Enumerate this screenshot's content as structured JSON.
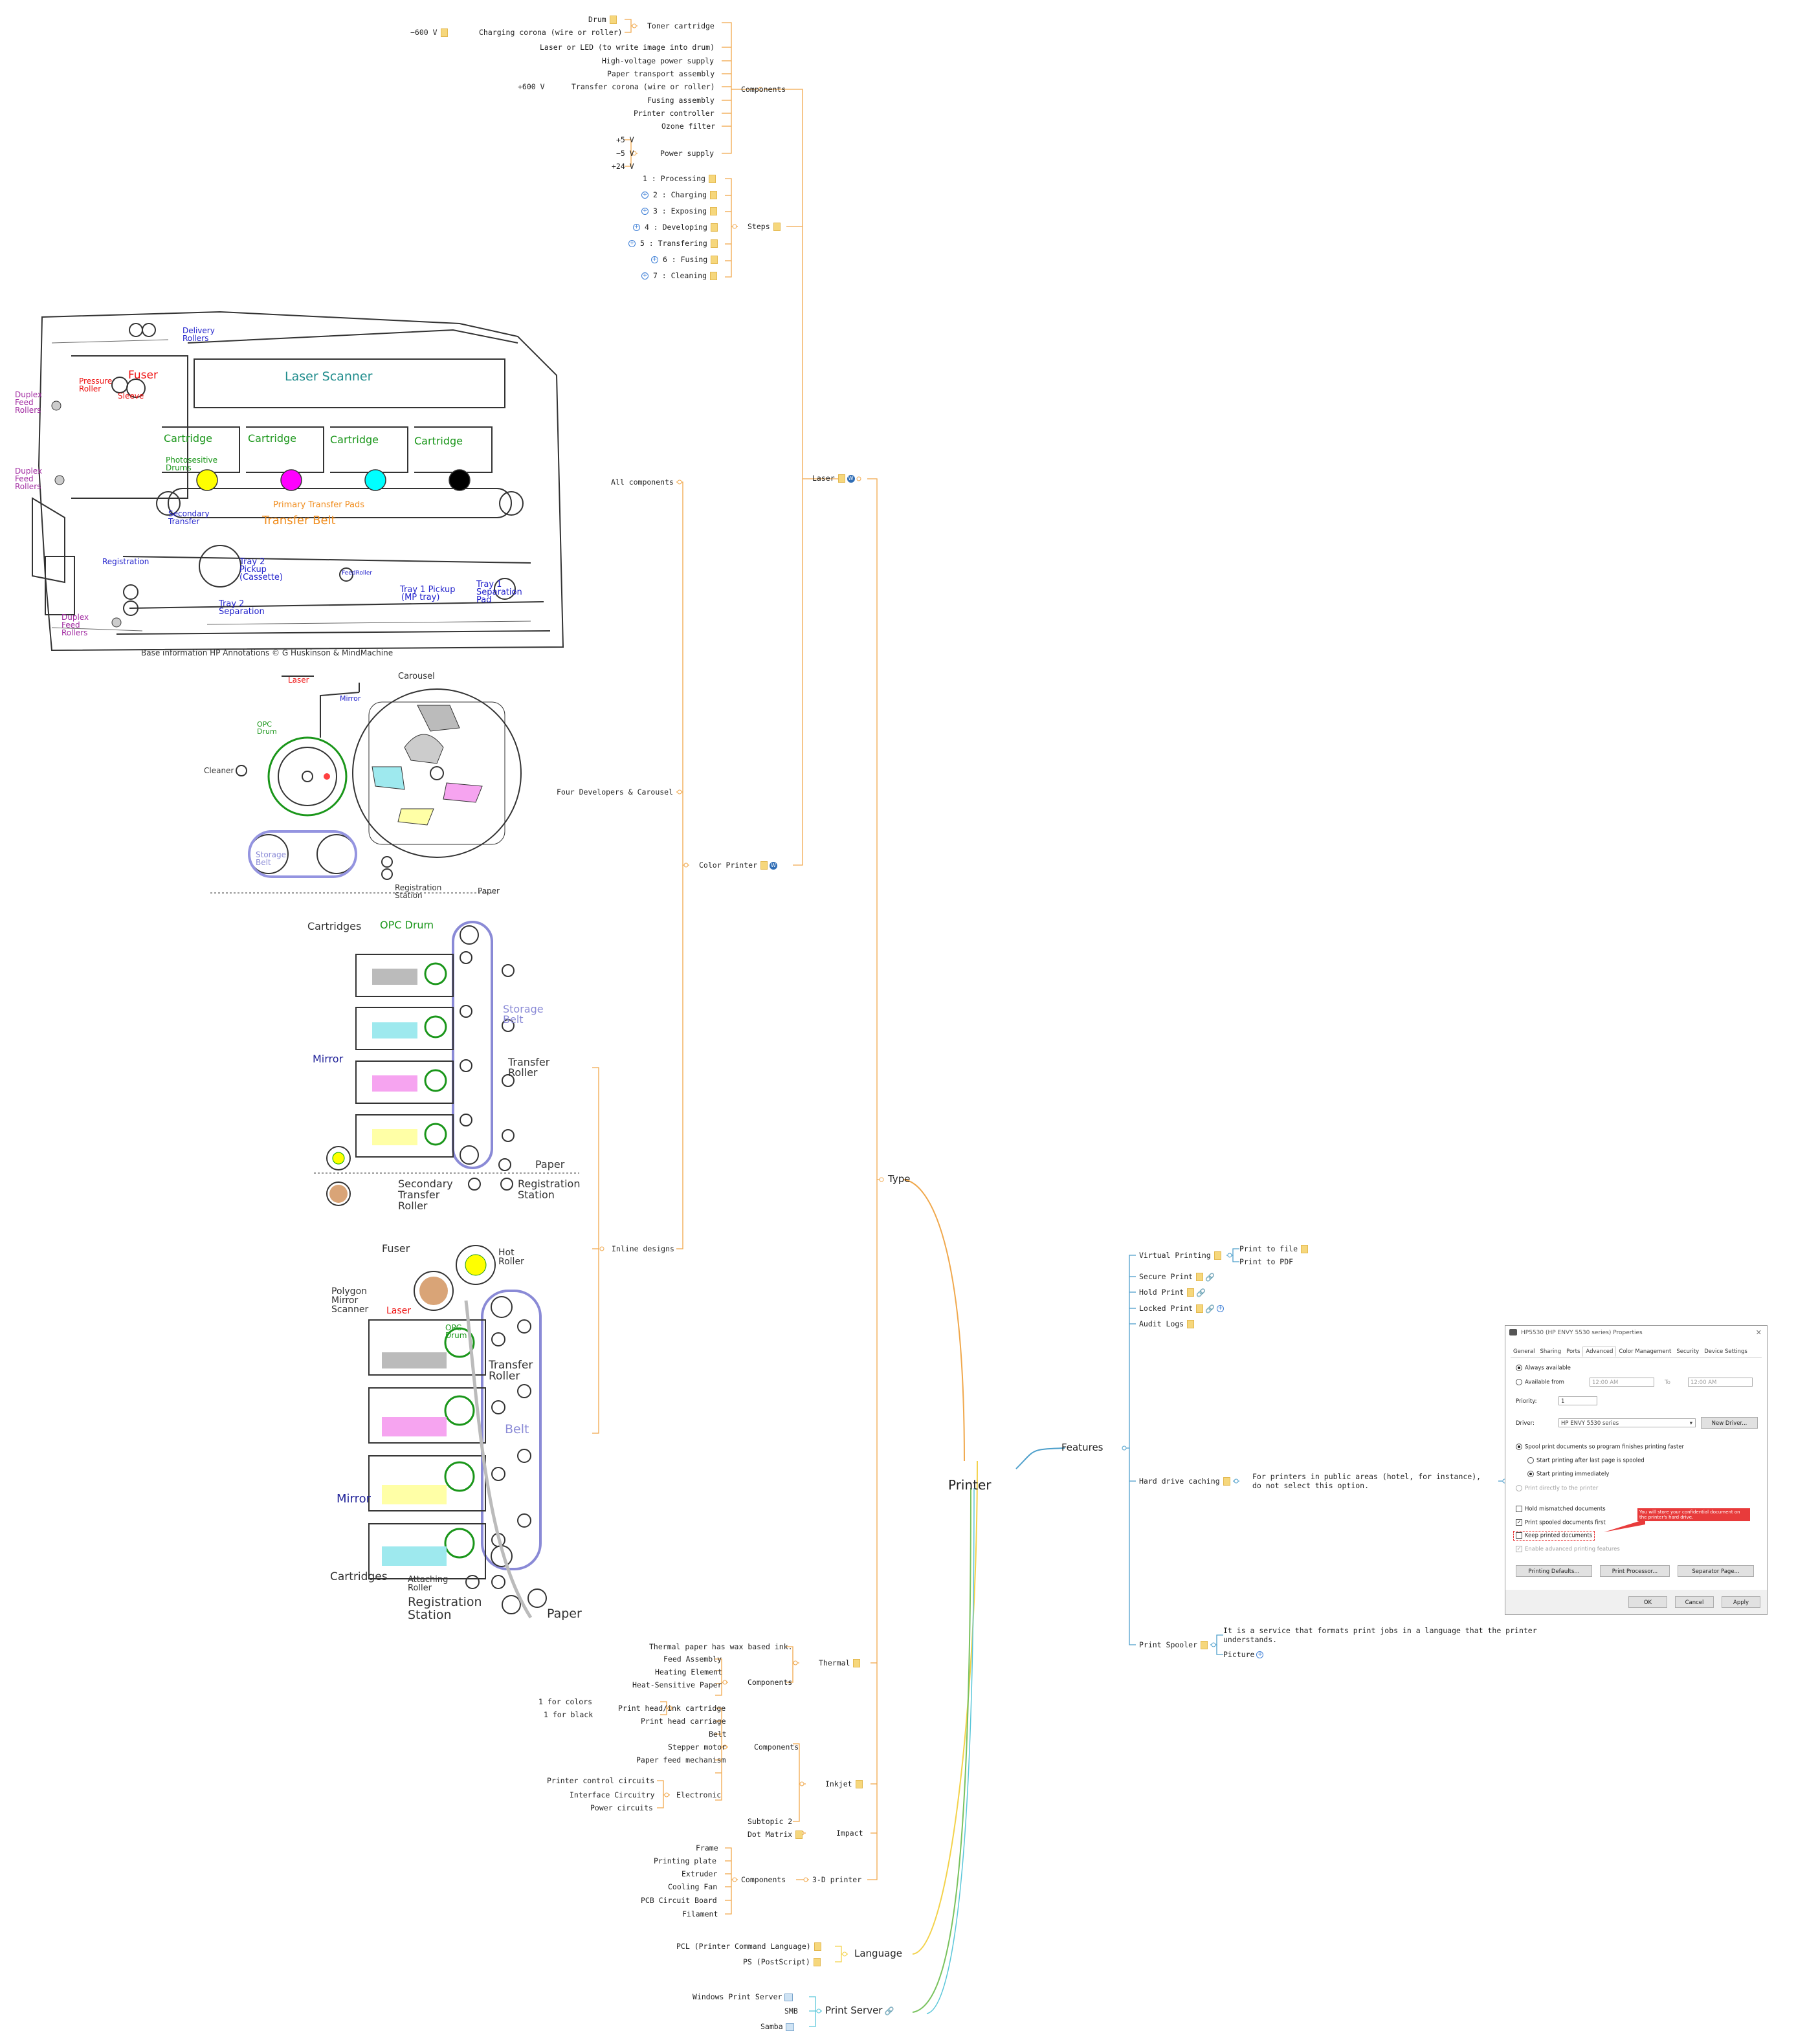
{
  "root": "Printer",
  "branches": {
    "type": "Type",
    "features": "Features",
    "language": "Language",
    "print_server": "Print Server"
  },
  "laser": {
    "label": "Laser",
    "components_label": "Components",
    "toner_cartridge": "Toner cartridge",
    "drum": "Drum",
    "charging_corona": "Charging corona (wire or roller)",
    "charging_voltage": "−600 V",
    "laser_led": "Laser or LED (to write image into drum)",
    "hv_power": "High-voltage power supply",
    "paper_transport": "Paper transport assembly",
    "transfer_corona": "Transfer corona (wire or roller)",
    "transfer_voltage": "+600 V",
    "fusing_assembly": "Fusing assembly",
    "printer_controller": "Printer controller",
    "ozone_filter": "Ozone filter",
    "power_supply": "Power supply",
    "voltages": [
      "+5 V",
      "−5 V",
      "+24 V"
    ],
    "steps_label": "Steps",
    "steps": [
      "1 : Processing",
      "2 : Charging",
      "3 : Exposing",
      "4 : Developing",
      "5 : Transfering",
      "6 : Fusing",
      "7 : Cleaning"
    ],
    "color_printer": "Color Printer",
    "all_components": "All components",
    "four_developers": "Four Developers & Carousel",
    "inline_designs": "Inline designs"
  },
  "laser_diagram": {
    "laser_scanner": "Laser Scanner",
    "fuser": "Fuser",
    "delivery_rollers": [
      "Delivery",
      "Rollers"
    ],
    "pressure_roller": [
      "Pressure",
      "Roller"
    ],
    "sleeve": "Sleeve",
    "cartridge": "Cartridge",
    "photosensitive": [
      "Photosesitive",
      "Drums"
    ],
    "primary_transfer": "Primary Transfer Pads",
    "transfer_belt": "Transfer Belt",
    "secondary_transfer": [
      "Secondary",
      "Transfer"
    ],
    "registration": "Registration",
    "tray2_pickup": [
      "Tray 2",
      "Pickup",
      "(Cassette)"
    ],
    "feed_roller": "FeedRoller",
    "tray1_pickup": [
      "Tray 1 Pickup",
      "(MP tray)"
    ],
    "tray1_sep": [
      "Tray 1",
      "Separation",
      "Pad"
    ],
    "tray2_sep": [
      "Tray 2",
      "Separation"
    ],
    "duplex": [
      "Duplex",
      "Feed",
      "Rollers"
    ],
    "credit": "Base information HP  Annotations © G Huskinson & MindMachine"
  },
  "carousel_diagram": {
    "laser": "Laser",
    "mirror": "Mirror",
    "carousel": "Carousel",
    "opc_drum": [
      "OPC",
      "Drum"
    ],
    "cleaner": "Cleaner",
    "storage_belt": [
      "Storage",
      "Belt"
    ],
    "registration_station": [
      "Registration",
      "Station"
    ],
    "paper": "Paper"
  },
  "inline1_diagram": {
    "cartridges": "Cartridges",
    "opc_drum": "OPC Drum",
    "storage_belt": [
      "Storage",
      "Belt"
    ],
    "mirror": "Mirror",
    "transfer_roller": [
      "Transfer",
      "Roller"
    ],
    "paper": "Paper",
    "secondary_transfer_roller": [
      "Secondary",
      "Transfer",
      "Roller"
    ],
    "registration_station": [
      "Registration",
      "Station"
    ]
  },
  "inline2_diagram": {
    "fuser": "Fuser",
    "hot_roller": [
      "Hot",
      "Roller"
    ],
    "polygon_mirror": [
      "Polygon",
      "Mirror",
      "Scanner"
    ],
    "laser": "Laser",
    "opc_drum": [
      "OPC",
      "Drum"
    ],
    "transfer_roller": [
      "Transfer",
      "Roller"
    ],
    "belt": "Belt",
    "mirror": "Mirror",
    "cartridges": "Cartridges",
    "attaching_roller": [
      "Attaching",
      "Roller"
    ],
    "registration_station": [
      "Registration",
      "Station"
    ],
    "paper": "Paper"
  },
  "thermal": {
    "label": "Thermal",
    "components_label": "Components",
    "note": "Thermal paper has wax based ink.",
    "items": [
      "Feed Assembly",
      "Heating Element",
      "Heat-Sensitive Paper"
    ]
  },
  "inkjet": {
    "label": "Inkjet",
    "components_label": "Components",
    "cartridge": "Print head/ink cartridge",
    "cartridge_sub": [
      "1 for colors",
      "1 for black"
    ],
    "items": [
      "Print head carriage",
      "Belt",
      "Stepper motor",
      "Paper feed mechanism"
    ],
    "electronic_label": "Electronic",
    "electronic": [
      "Printer control circuits",
      "Interface Circuitry",
      "Power circuits"
    ]
  },
  "impact": {
    "label": "Impact",
    "subtopic": "Subtopic 2",
    "dot_matrix": "Dot Matrix"
  },
  "printer3d": {
    "label": "3-D printer",
    "components_label": "Components",
    "items": [
      "Frame",
      "Printing plate",
      "Extruder",
      "Cooling Fan",
      "PCB Circuit Board",
      "Filament"
    ]
  },
  "language": {
    "items": [
      "PCL (Printer Command Language)",
      "PS (PostScript)"
    ]
  },
  "print_server": {
    "items": [
      "Windows Print Server",
      "SMB",
      "Samba"
    ]
  },
  "features": {
    "virtual_printing": "Virtual Printing",
    "print_to_file": "Print to file",
    "print_to_pdf": "Print to PDF",
    "secure_print": "Secure Print",
    "hold_print": "Hold Print",
    "locked_print": "Locked Print",
    "audit_logs": "Audit Logs",
    "hdd_caching": "Hard drive caching",
    "hdd_note": [
      "For printers in public areas (hotel, for instance),",
      "do not select this option."
    ],
    "spooler": "Print Spooler",
    "spooler_note": [
      "It is a service that formats print jobs in a language that the printer",
      "understands."
    ],
    "picture": "Picture"
  },
  "dialog": {
    "title": "HP5530 (HP ENVY 5530 series) Properties",
    "tabs": [
      "General",
      "Sharing",
      "Ports",
      "Advanced",
      "Color Management",
      "Security",
      "Device Settings"
    ],
    "always_available": "Always available",
    "available_from": "Available from",
    "time_from": "12:00 AM",
    "to": "To",
    "time_to": "12:00 AM",
    "priority_label": "Priority:",
    "priority": "1",
    "driver_label": "Driver:",
    "driver": "HP ENVY 5530 series",
    "new_driver": "New Driver...",
    "spool": "Spool print documents so program finishes printing faster",
    "start_after_last": "Start printing after last page is spooled",
    "start_immediately": "Start printing immediately",
    "print_directly": "Print directly to the printer",
    "hold_mismatched": "Hold mismatched documents",
    "print_spooled_first": "Print spooled documents first",
    "keep_printed": "Keep printed documents",
    "enable_advanced": "Enable advanced printing features",
    "callout": "You will store your confidential document on the printer's hard drive.",
    "printing_defaults": "Printing Defaults...",
    "print_processor": "Print Processor...",
    "separator_page": "Separator Page...",
    "ok": "OK",
    "cancel": "Cancel",
    "apply": "Apply"
  },
  "colors": {
    "orange": "#f0a84c",
    "yellow": "#f3d24a",
    "green": "#79c25e",
    "teal": "#59c6d9",
    "blue": "#4d9fcb",
    "cyan": "#00ffff",
    "magenta": "#ff00ff",
    "yellow_ink": "#ffff00",
    "black_ink": "#000000"
  }
}
